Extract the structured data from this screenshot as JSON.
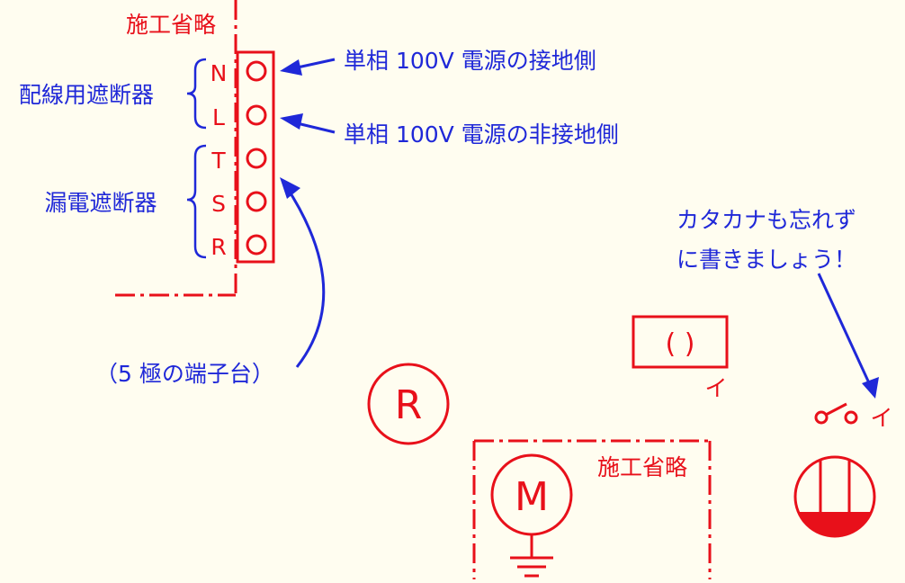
{
  "colors": {
    "red": "#e8101a",
    "blue": "#1f28d8",
    "background": "#fffdf0"
  },
  "omit_label_top": "施工省略",
  "omit_label_bottom": "施工省略",
  "terminal_block": {
    "terminals": [
      "N",
      "L",
      "T",
      "S",
      "R"
    ],
    "caption": "（5 極の端子台）"
  },
  "groups": {
    "breaker": "配線用遮断器",
    "leakage_breaker": "漏電遮断器"
  },
  "callouts": {
    "ground_side": "単相 100V 電源の接地側",
    "non_ground_side": "単相 100V 電源の非接地側",
    "katakana_line1": "カタカナも忘れず",
    "katakana_line2": "に書きましょう！"
  },
  "symbols": {
    "lamp_box_label": "(  )",
    "lamp_box_sub": "イ",
    "relay_label": "R",
    "motor_label": "M",
    "switch_label": "イ"
  }
}
